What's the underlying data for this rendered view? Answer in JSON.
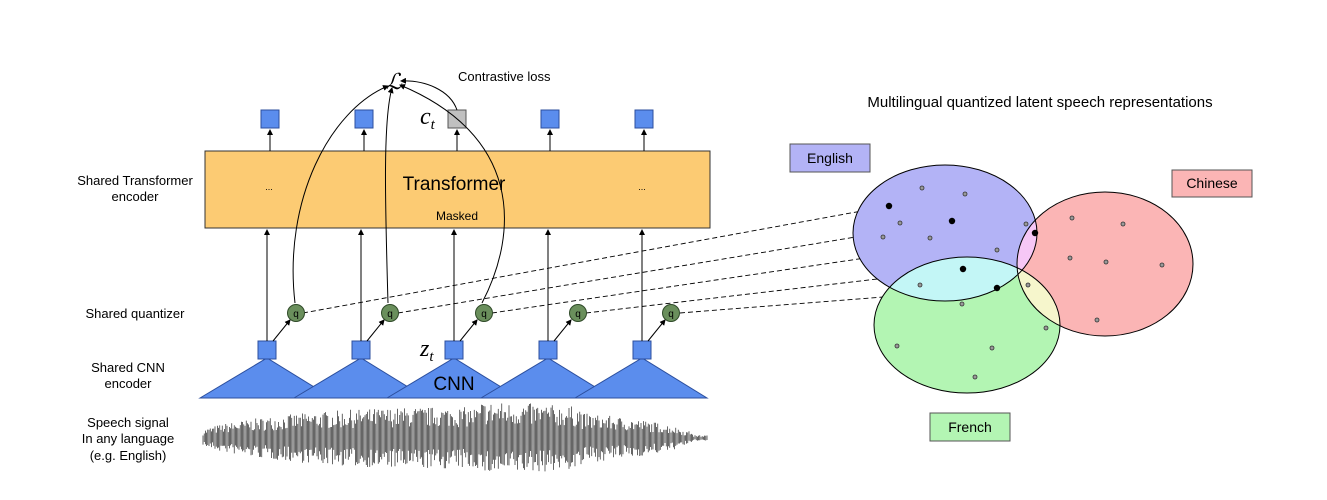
{
  "labels": {
    "shared_transformer_encoder": [
      "Shared Transformer",
      "encoder"
    ],
    "shared_quantizer": "Shared quantizer",
    "shared_cnn_encoder": [
      "Shared CNN",
      "encoder"
    ],
    "speech_signal": [
      "Speech signal",
      "In any language",
      "(e.g. English)"
    ],
    "contrastive_loss": "Contrastive loss",
    "loss_symbol": "ℒ",
    "context_symbol": "c",
    "context_subscript": "t",
    "latent_symbol": "z",
    "latent_subscript": "t",
    "transformer_title": "Transformer",
    "transformer_masked": "Masked",
    "transformer_ellipsis": "...",
    "cnn_title": "CNN",
    "quantizer_glyph": "q",
    "multilingual_title": "Multilingual quantized latent speech representations",
    "languages": [
      "English",
      "Chinese",
      "French"
    ]
  },
  "colors": {
    "blue_box": "#5b8ded",
    "transformer_fill": "#fccb73",
    "quantizer_fill": "#6a8f5c",
    "context_gray": "#c0c0c0",
    "english": "#b3b3f6",
    "chinese": "#fbb5b5",
    "french": "#b3f5b3",
    "overlap_en_zh": "#f6c7f6",
    "overlap_en_fr": "#c3f6f6",
    "overlap_zh_fr": "#f6f6cc"
  }
}
